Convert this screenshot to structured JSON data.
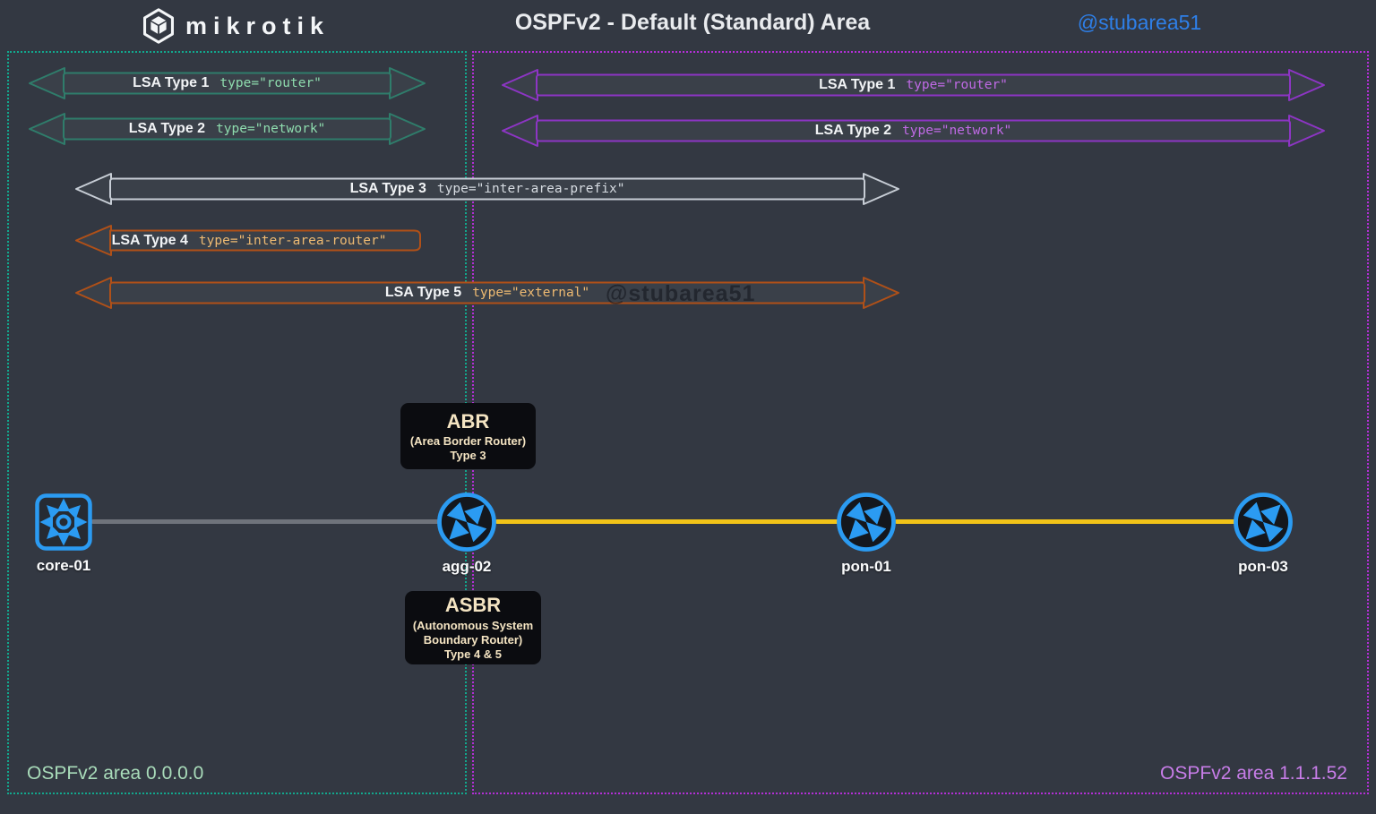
{
  "header": {
    "brand": "mikrotik",
    "title": "OSPFv2 - Default (Standard) Area",
    "handle": "@stubarea51"
  },
  "watermark": "@stubarea51",
  "areas": {
    "left": {
      "label": "OSPFv2 area 0.0.0.0"
    },
    "right": {
      "label": "OSPFv2 area 1.1.1.52"
    }
  },
  "lsa_arrows": [
    {
      "label": "LSA Type 1",
      "code": "type=\"router\"",
      "area": "left",
      "direction": "both"
    },
    {
      "label": "LSA Type 2",
      "code": "type=\"network\"",
      "area": "left",
      "direction": "both"
    },
    {
      "label": "LSA Type 1",
      "code": "type=\"router\"",
      "area": "right",
      "direction": "both"
    },
    {
      "label": "LSA Type 2",
      "code": "type=\"network\"",
      "area": "right",
      "direction": "both"
    },
    {
      "label": "LSA Type 3",
      "code": "type=\"inter-area-prefix\"",
      "area": "both",
      "direction": "both"
    },
    {
      "label": "LSA Type 4",
      "code": "type=\"inter-area-router\"",
      "area": "left",
      "direction": "left"
    },
    {
      "label": "LSA Type 5",
      "code": "type=\"external\"",
      "area": "both",
      "direction": "both"
    }
  ],
  "callouts": {
    "abr": {
      "title": "ABR",
      "lines": [
        "(Area Border Router)",
        "Type 3"
      ]
    },
    "asbr": {
      "title": "ASBR",
      "lines": [
        "(Autonomous System",
        "Boundary Router)",
        "Type 4 & 5"
      ]
    }
  },
  "routers": [
    {
      "name": "core-01",
      "kind": "multilayer-switch"
    },
    {
      "name": "agg-02",
      "kind": "router"
    },
    {
      "name": "pon-01",
      "kind": "router"
    },
    {
      "name": "pon-03",
      "kind": "router"
    }
  ],
  "colors": {
    "background": "#333842",
    "area0_border": "#12a88e",
    "area0_label": "#a9dcba",
    "area1_border": "#b32fd6",
    "area1_label": "#c77de8",
    "arrow_fill": "#3a4049",
    "teal_stroke": "#2f7d6b",
    "teal_code": "#8edcae",
    "purple_stroke": "#8d35c4",
    "purple_code": "#c06ae6",
    "silver_stroke": "#c7cdd5",
    "silver_code": "#d6dbe1",
    "orange_stroke": "#b05018",
    "orange_code": "#eeba72",
    "router_blue": "#2b9bf2",
    "link_gray": "#6f737b",
    "link_yellow": "#f2c318",
    "callout_text": "#f4e4c2",
    "handle_blue": "#2e7fe8"
  }
}
